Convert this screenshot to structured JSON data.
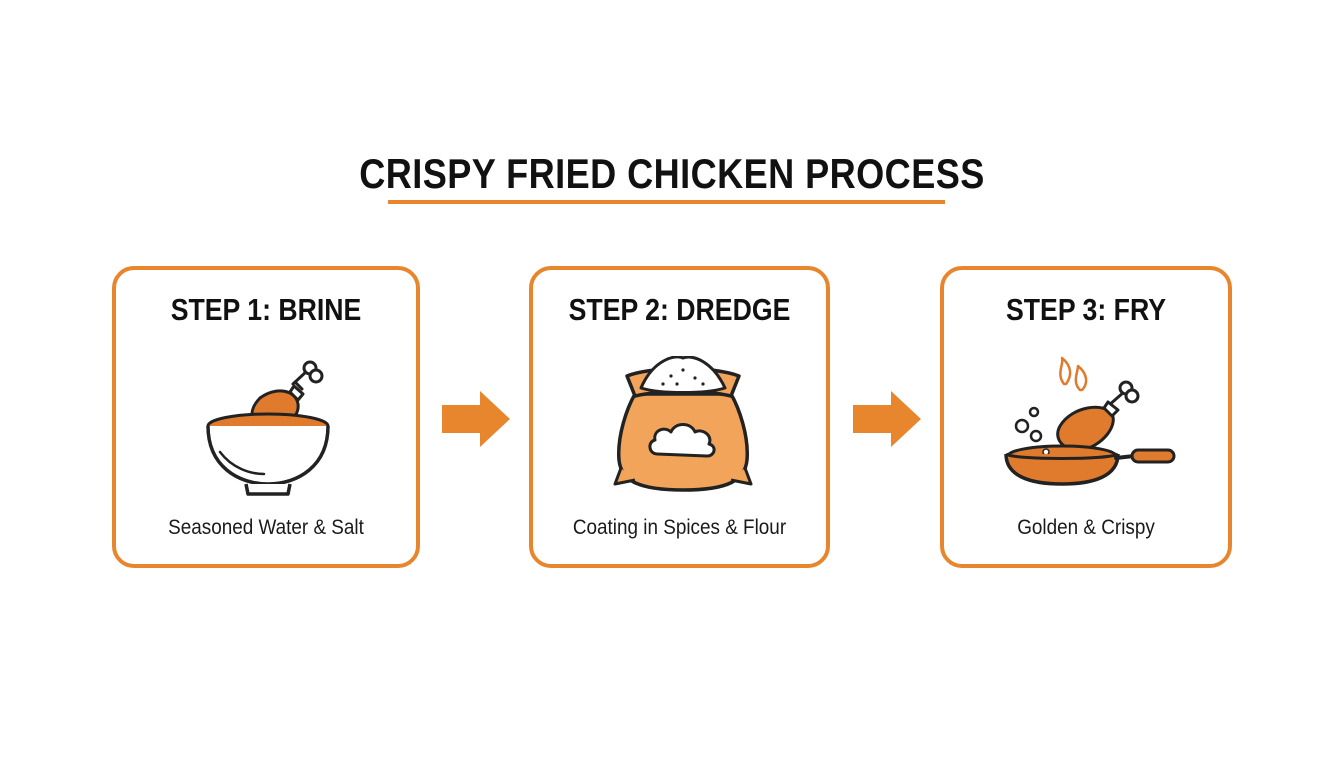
{
  "title": "CRISPY FRIED CHICKEN PROCESS",
  "colors": {
    "accent": "#e8862e",
    "text": "#111111"
  },
  "steps": [
    {
      "title": "STEP 1: BRINE",
      "description": "Seasoned Water & Salt",
      "icon": "chicken-leg-in-bowl-icon"
    },
    {
      "title": "STEP 2: DREDGE",
      "description": "Coating in Spices & Flour",
      "icon": "flour-sack-icon"
    },
    {
      "title": "STEP 3: FRY",
      "description": "Golden & Crispy",
      "icon": "chicken-in-frying-pan-icon"
    }
  ],
  "connectors": [
    "arrow-right-icon",
    "arrow-right-icon"
  ]
}
